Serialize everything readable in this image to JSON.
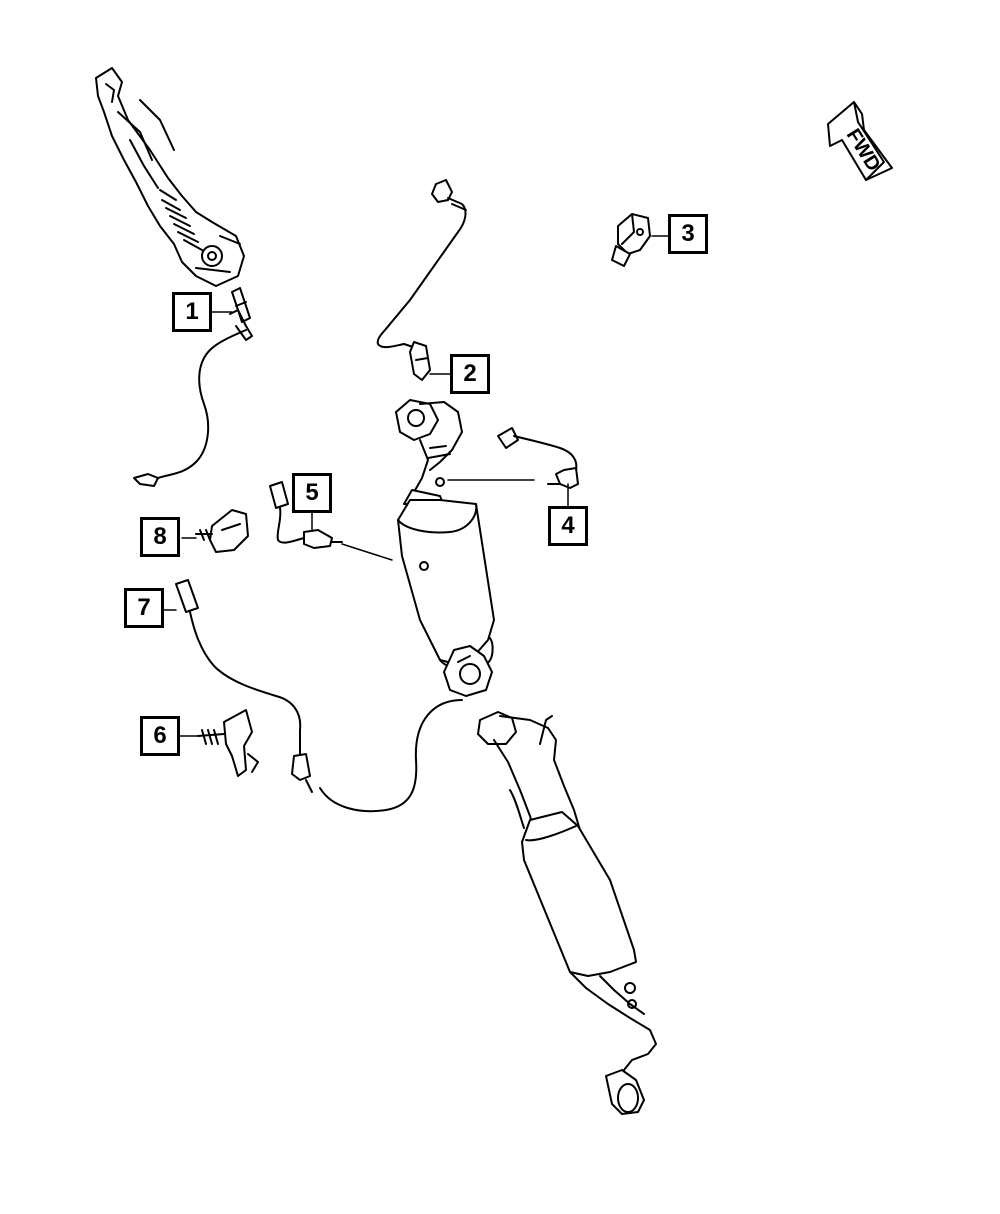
{
  "callouts": [
    {
      "id": "1",
      "label": "1"
    },
    {
      "id": "2",
      "label": "2"
    },
    {
      "id": "3",
      "label": "3"
    },
    {
      "id": "4",
      "label": "4"
    },
    {
      "id": "5",
      "label": "5"
    },
    {
      "id": "6",
      "label": "6"
    },
    {
      "id": "7",
      "label": "7"
    },
    {
      "id": "8",
      "label": "8"
    }
  ],
  "direction_arrow": {
    "label": "FWD"
  },
  "colors": {
    "line": "#000000",
    "background": "#ffffff"
  }
}
